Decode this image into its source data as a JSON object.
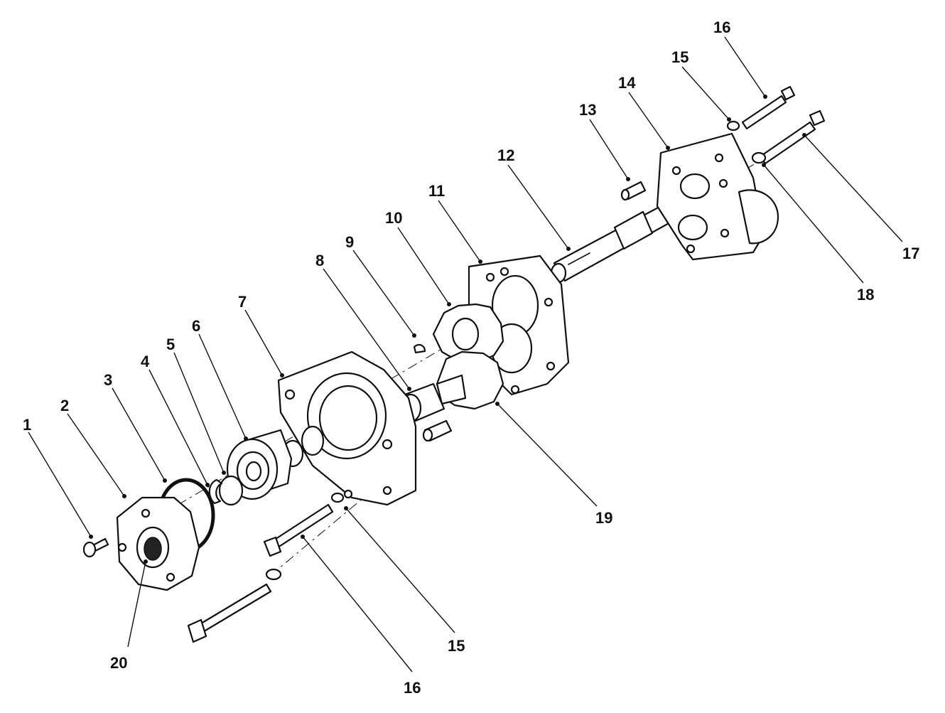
{
  "callouts": [
    {
      "id": "c1",
      "label": "1"
    },
    {
      "id": "c2",
      "label": "2"
    },
    {
      "id": "c3",
      "label": "3"
    },
    {
      "id": "c4",
      "label": "4"
    },
    {
      "id": "c5",
      "label": "5"
    },
    {
      "id": "c6",
      "label": "6"
    },
    {
      "id": "c7",
      "label": "7"
    },
    {
      "id": "c8",
      "label": "8"
    },
    {
      "id": "c9",
      "label": "9"
    },
    {
      "id": "c10",
      "label": "10"
    },
    {
      "id": "c11",
      "label": "11"
    },
    {
      "id": "c12",
      "label": "12"
    },
    {
      "id": "c13",
      "label": "13"
    },
    {
      "id": "c14",
      "label": "14"
    },
    {
      "id": "c15a",
      "label": "15"
    },
    {
      "id": "c16a",
      "label": "16"
    },
    {
      "id": "c17",
      "label": "17"
    },
    {
      "id": "c18",
      "label": "18"
    },
    {
      "id": "c19",
      "label": "19"
    },
    {
      "id": "c15b",
      "label": "15"
    },
    {
      "id": "c16b",
      "label": "16"
    },
    {
      "id": "c20",
      "label": "20"
    }
  ]
}
